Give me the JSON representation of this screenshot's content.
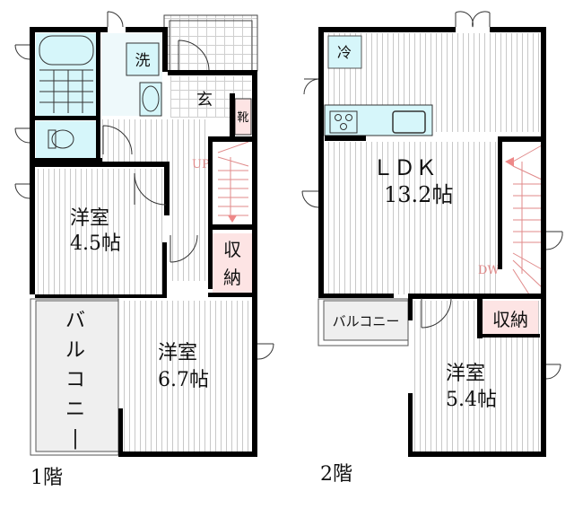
{
  "floor1": {
    "label": "1階",
    "rooms": {
      "bedroom_a": {
        "name": "洋室",
        "size": "4.5帖"
      },
      "bedroom_b": {
        "name": "洋室",
        "size": "6.7帖"
      },
      "storage": {
        "line1": "収",
        "line2": "納"
      },
      "balcony": {
        "chars": [
          "バ",
          "ル",
          "コ",
          "ニ",
          "ー"
        ]
      },
      "entrance": "玄",
      "shoe_box": "靴",
      "washer": "洗",
      "stairs_marker": "UP"
    }
  },
  "floor2": {
    "label": "2階",
    "rooms": {
      "ldk": {
        "name": "ＬＤＫ",
        "size": "13.2帖"
      },
      "bedroom": {
        "name": "洋室",
        "size": "5.4帖"
      },
      "storage": "収納",
      "balcony": "バルコニー",
      "fridge": "冷",
      "stairs_marker": "DW"
    }
  },
  "colors": {
    "wall": "#000000",
    "floor_lines": "#c8c8c8",
    "wet_area": "#d6f6fa",
    "storage": "#fde4e4",
    "balcony": "#efefef",
    "stairs": "#e08a8a"
  }
}
